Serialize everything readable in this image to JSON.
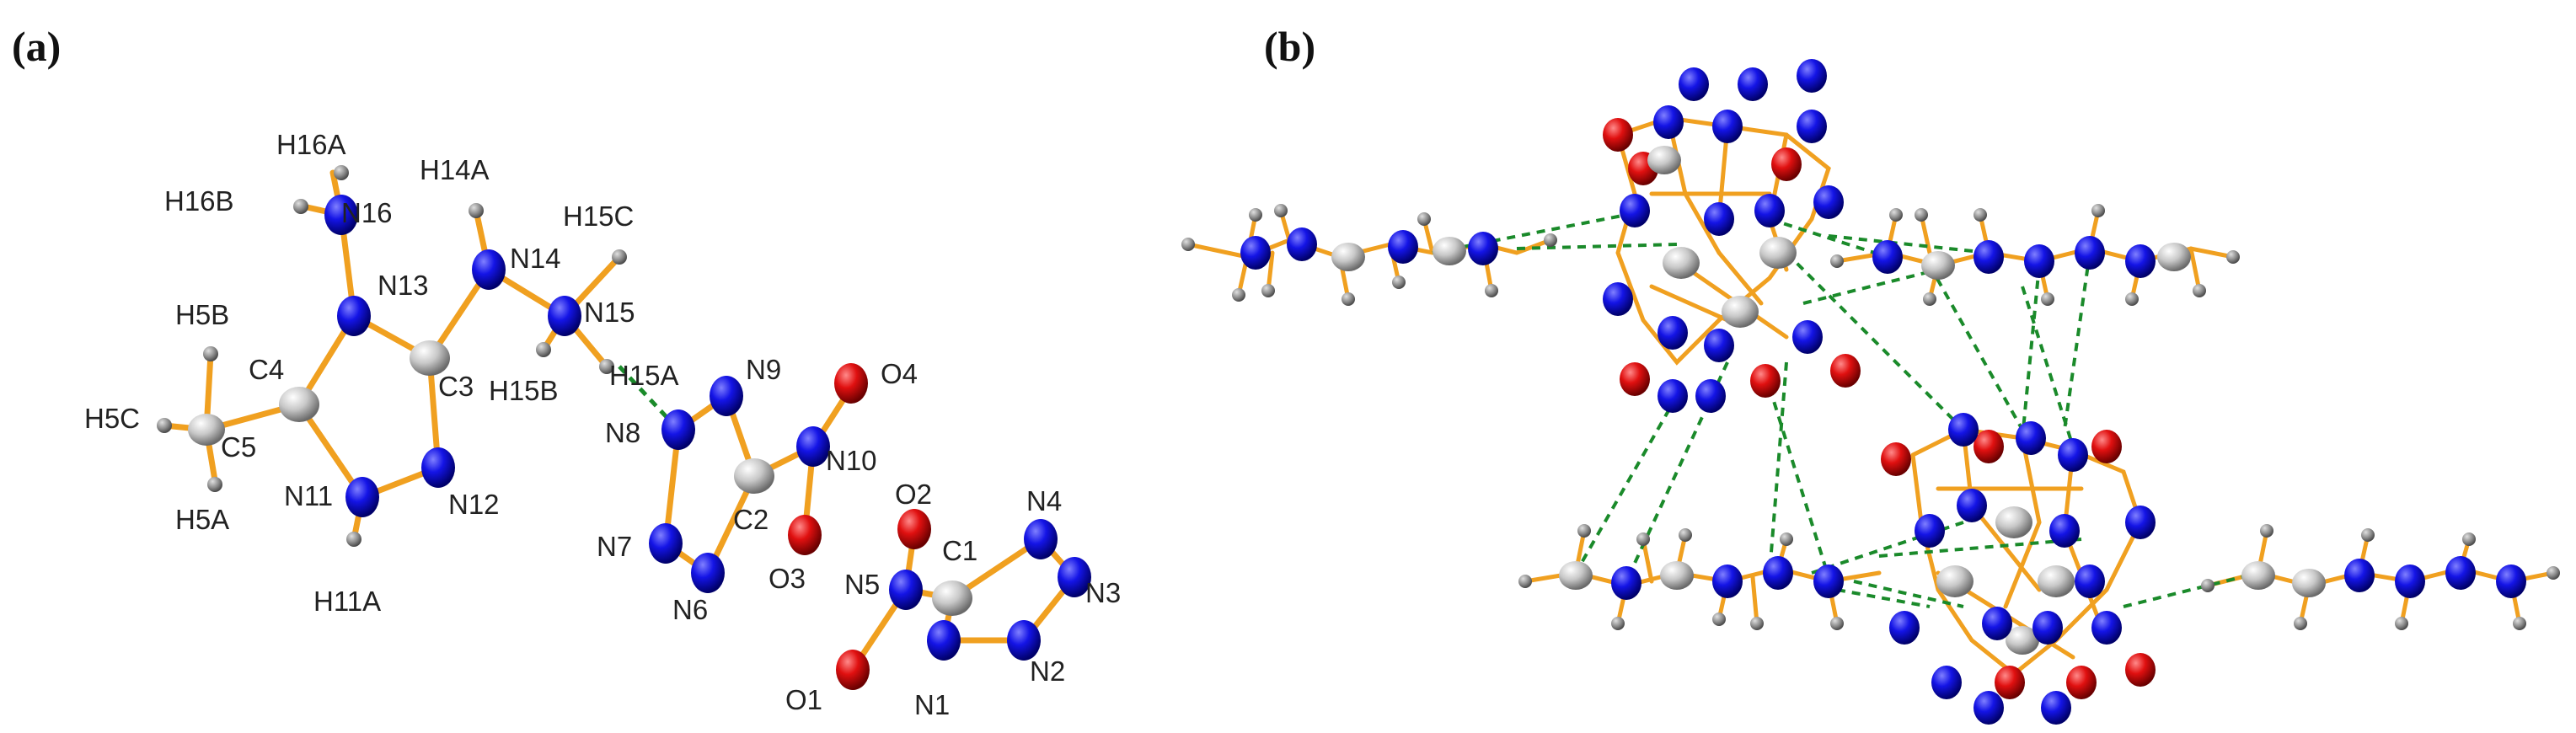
{
  "panels": [
    {
      "id": "a",
      "label": "(a)"
    },
    {
      "id": "b",
      "label": "(b)"
    }
  ],
  "colors": {
    "nitrogen": "#1414e6",
    "oxygen": "#e01010",
    "carbon": "#c8c8c8",
    "hydrogen": "#8a8a8a",
    "bond": "#f0a020",
    "hbond": "#1a8a2a",
    "label": "#222222"
  },
  "atom_labels": [
    "H16A",
    "H16B",
    "N16",
    "H14A",
    "H15C",
    "N14",
    "N13",
    "N15",
    "H5B",
    "C4",
    "C3",
    "H15B",
    "H15A",
    "N9",
    "O4",
    "H5C",
    "C5",
    "N8",
    "N11",
    "N12",
    "N10",
    "O2",
    "N4",
    "H5A",
    "N7",
    "C2",
    "C1",
    "O3",
    "N5",
    "N3",
    "H11A",
    "N6",
    "N2",
    "O1",
    "N1"
  ]
}
